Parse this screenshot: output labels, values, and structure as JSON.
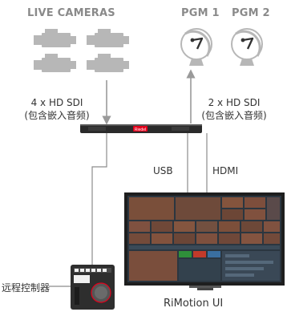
{
  "headers": {
    "live_cameras": "LIVE CAMERAS",
    "pgm1": "PGM 1",
    "pgm2": "PGM 2"
  },
  "links": {
    "input_line1": "4 x HD SDI",
    "input_line2": "(包含嵌入音频)",
    "output_line1": "2 x HD SDI",
    "output_line2": "(包含嵌入音频)",
    "usb": "USB",
    "hdmi": "HDMI"
  },
  "devices": {
    "remote_controller": "远程控制器",
    "ui_label": "RiMotion UI",
    "server_logo": "Riedel"
  },
  "colors": {
    "icon_gray": "#b7b7b7",
    "line_gray": "#8c8c8c",
    "server_body": "#2a2a2a",
    "brand_red": "#e3001b"
  }
}
